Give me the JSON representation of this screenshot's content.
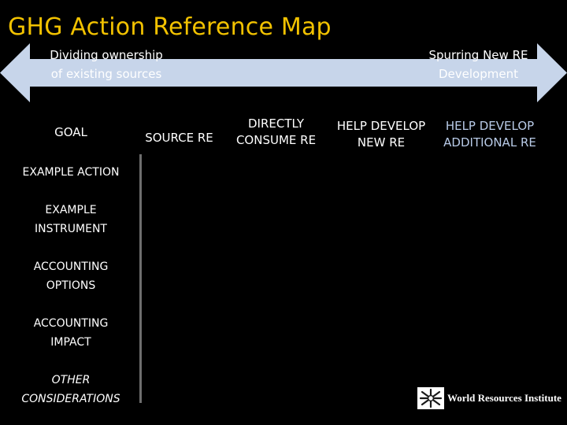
{
  "slide": {
    "title": "GHG Action Reference Map",
    "background_color": "#000000",
    "title_color": "#f2c200"
  },
  "arrow_band": {
    "icon": "double-headed-arrow-icon",
    "fill_color": "#c7d5ea",
    "left_label": "Dividing ownership\nof existing sources",
    "left_label_line1": "Dividing ownership",
    "left_label_line2": "of existing sources",
    "right_label_line1": "Spurring New RE",
    "right_label_line2": "Development"
  },
  "columns": [
    {
      "id": "goal",
      "label": "GOAL",
      "color": "#ffffff"
    },
    {
      "id": "source-re",
      "label": "SOURCE RE",
      "color": "#ffffff"
    },
    {
      "id": "directly-consume-re",
      "label_line1": "DIRECTLY",
      "label_line2": "CONSUME RE",
      "color": "#ffffff"
    },
    {
      "id": "help-develop-new-re",
      "label_line1": "HELP DEVELOP",
      "label_line2": "NEW RE",
      "color": "#ffffff"
    },
    {
      "id": "help-develop-additional-re",
      "label_line1": "HELP DEVELOP",
      "label_line2": "ADDITIONAL RE",
      "color": "#b9cbe8"
    }
  ],
  "rows": [
    {
      "id": "example-action",
      "label_line1": "EXAMPLE ACTION",
      "label_line2": ""
    },
    {
      "id": "example-instrument",
      "label_line1": "EXAMPLE",
      "label_line2": "INSTRUMENT"
    },
    {
      "id": "accounting-options",
      "label_line1": "ACCOUNTING",
      "label_line2": "OPTIONS"
    },
    {
      "id": "accounting-impact",
      "label_line1": "ACCOUNTING",
      "label_line2": "IMPACT"
    },
    {
      "id": "other-considerations",
      "label_line1": "OTHER",
      "label_line2": "CONSIDERATIONS"
    }
  ],
  "footer": {
    "logo_name": "world-resources-institute-logo",
    "logo_text": "World Resources Institute"
  }
}
